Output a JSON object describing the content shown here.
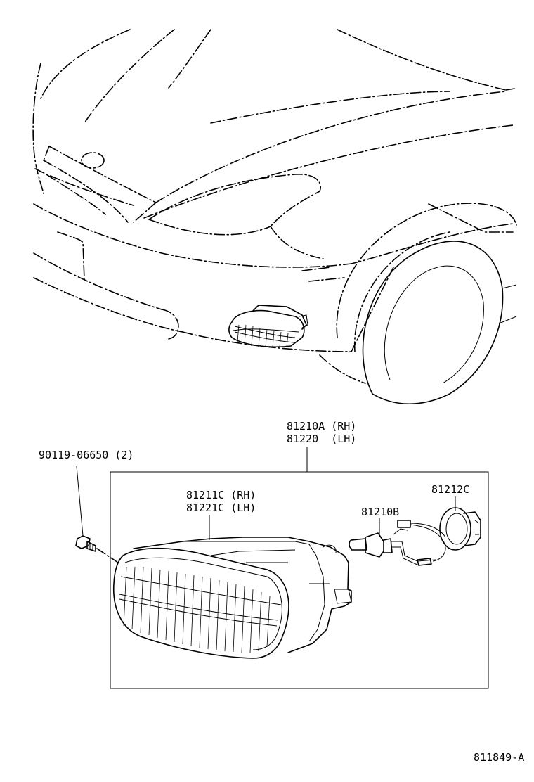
{
  "labels": {
    "assembly_rh": "81210A (RH)",
    "assembly_lh": "81220  (LH)",
    "bolt": "90119-06650 (2)",
    "lens_rh": "81211C (RH)",
    "lens_lh": "81221C (LH)",
    "socket": "81212C",
    "bulb": "81210B",
    "figure_id": "811849-A"
  }
}
